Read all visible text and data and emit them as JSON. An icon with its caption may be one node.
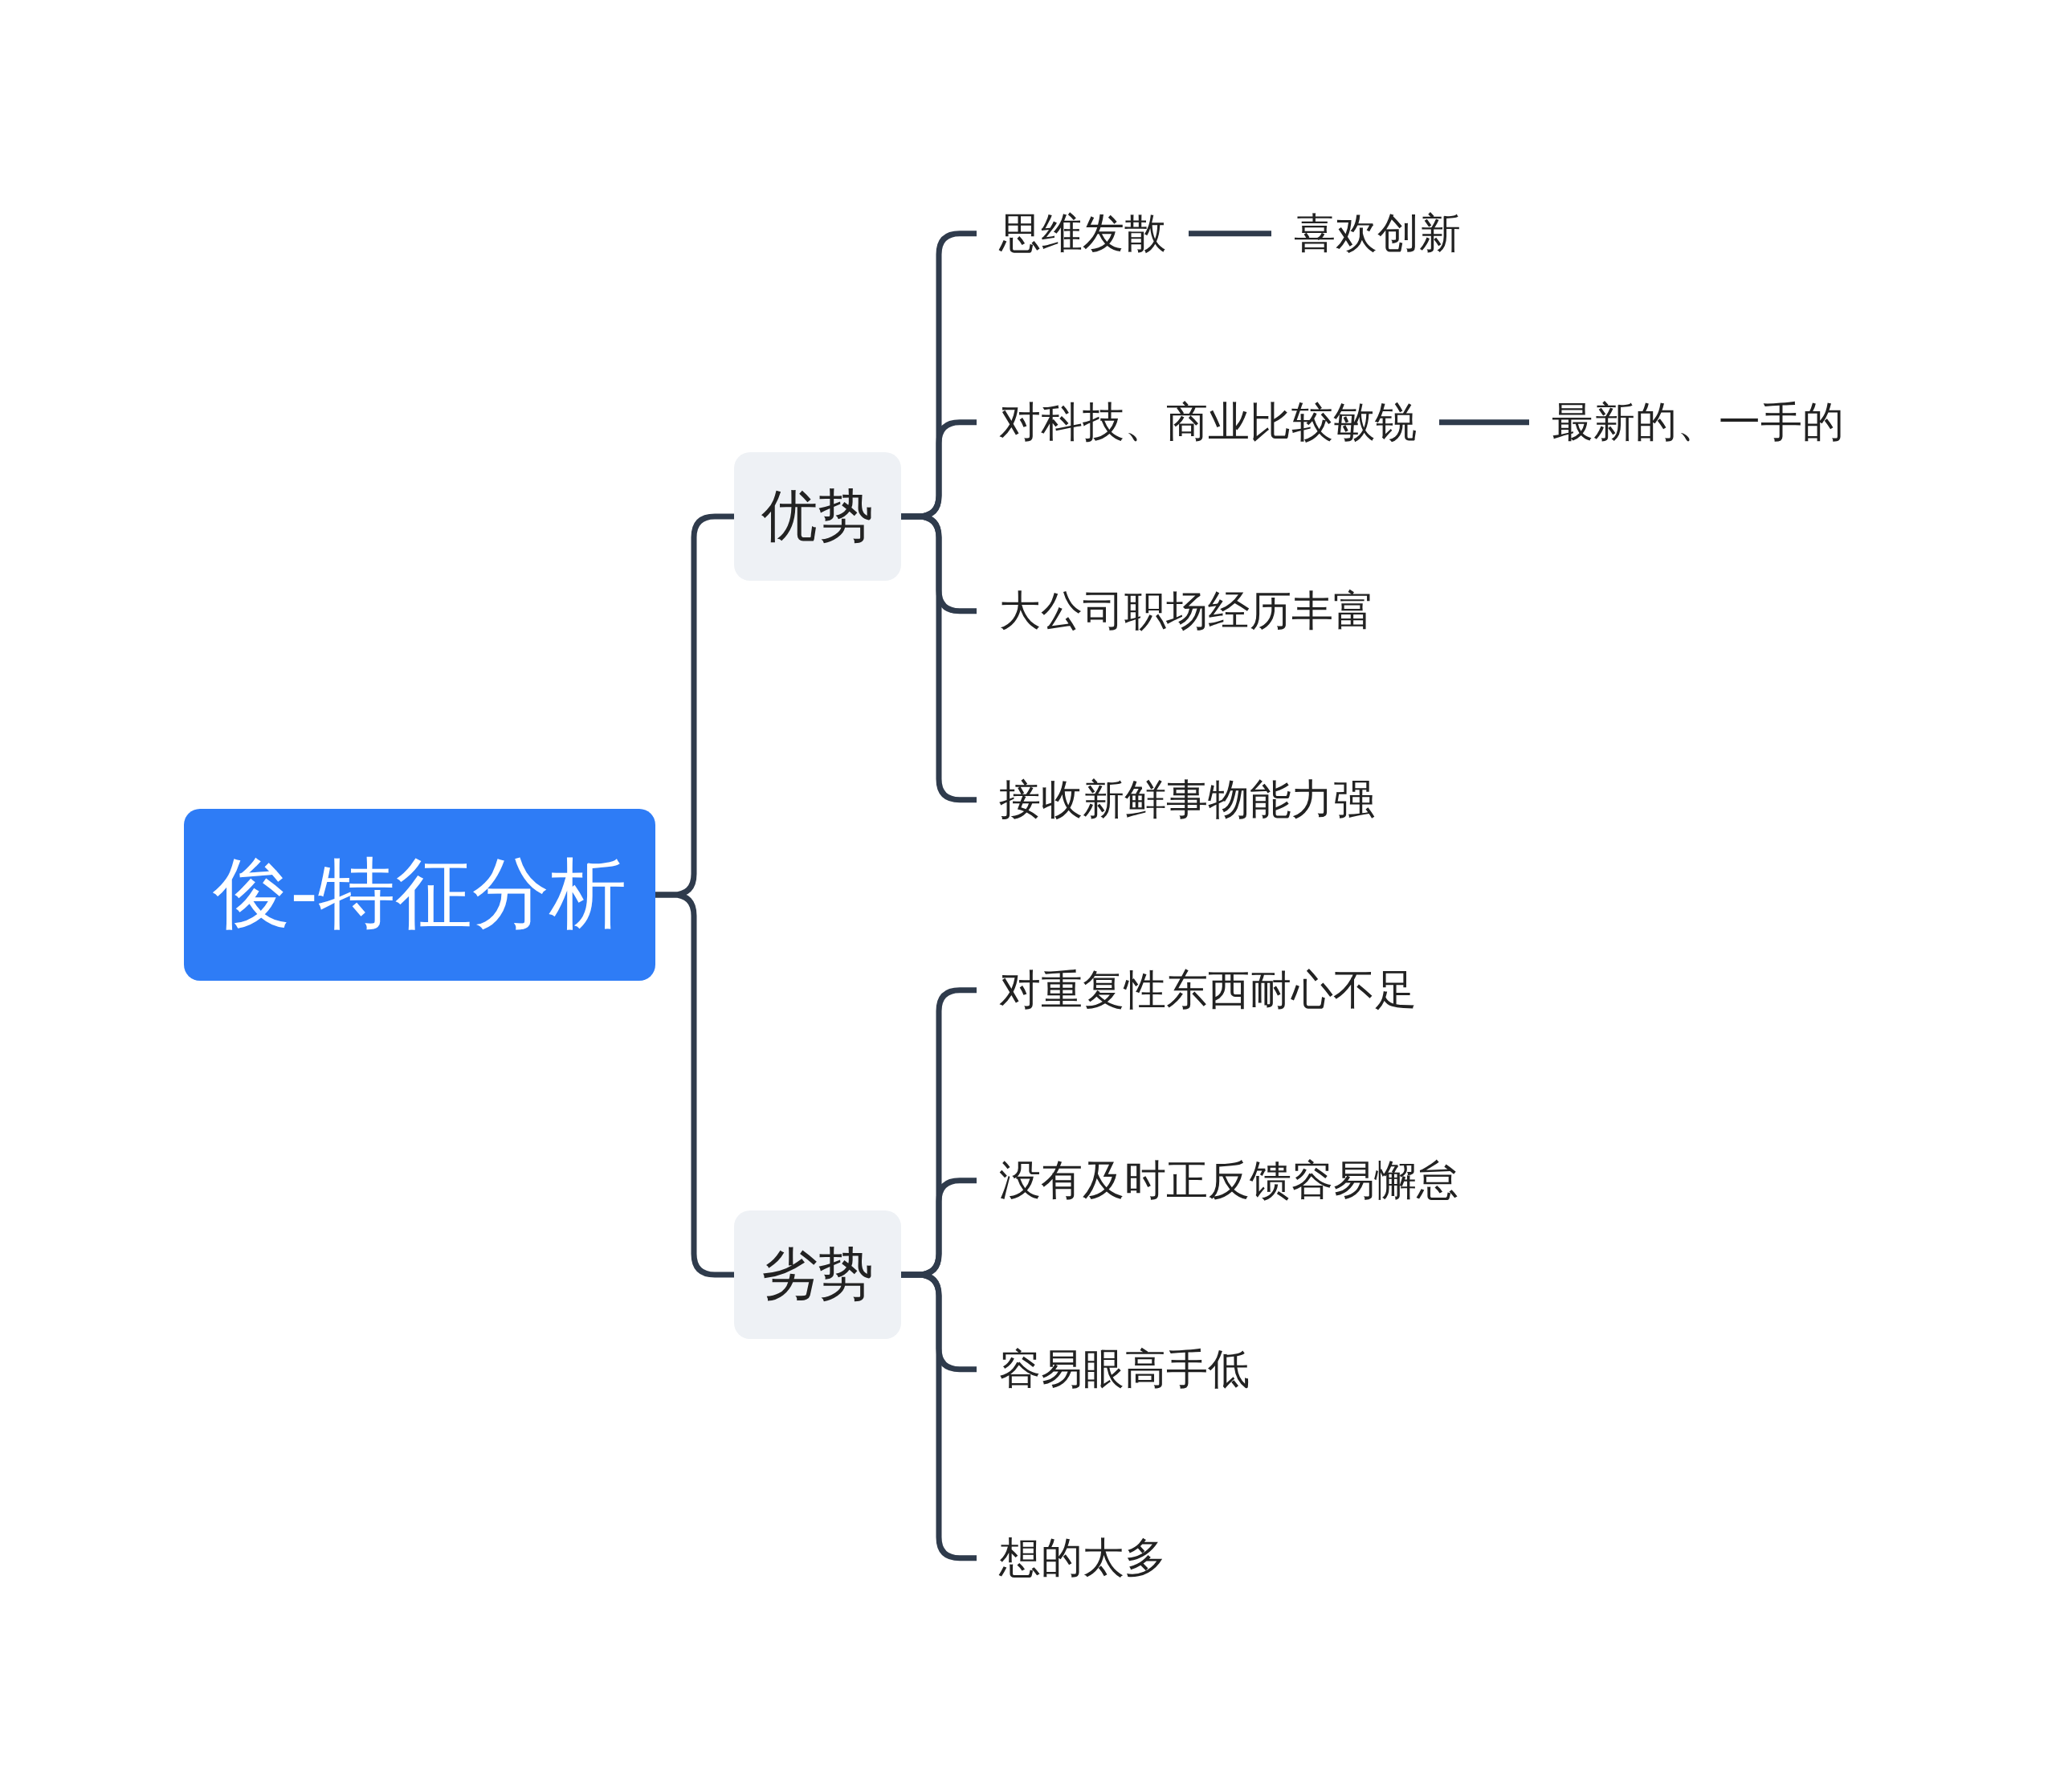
{
  "diagram": {
    "nodes": [
      {
        "text": [
          "俊-特征分析"
        ]
      },
      {
        "text": [
          "优势"
        ]
      },
      {
        "text": [
          "劣势"
        ]
      },
      {
        "text": [
          "思维发散"
        ]
      },
      {
        "text": [
          "喜欢创新"
        ]
      },
      {
        "text": [
          "对科技、商业比较敏锐"
        ]
      },
      {
        "text": [
          "最新的、一手的"
        ]
      },
      {
        "text": [
          "大公司职场经历丰富"
        ]
      },
      {
        "text": [
          "接收新鲜事物能力强"
        ]
      },
      {
        "text": [
          "对重复性东西耐心不足"
        ]
      },
      {
        "text": [
          "没有及时正反馈容易懈怠"
        ]
      },
      {
        "text": [
          "容易眼高手低"
        ]
      },
      {
        "text": [
          "想的太多"
        ]
      }
    ],
    "edges": [
      {
        "from": 0,
        "to": 1,
        "arrow": "none"
      },
      {
        "from": 0,
        "to": 2,
        "arrow": "none"
      },
      {
        "from": 1,
        "to": 3,
        "arrow": "none"
      },
      {
        "from": 3,
        "to": 4,
        "arrow": "none"
      },
      {
        "from": 1,
        "to": 5,
        "arrow": "none"
      },
      {
        "from": 5,
        "to": 6,
        "arrow": "none"
      },
      {
        "from": 1,
        "to": 7,
        "arrow": "none"
      },
      {
        "from": 1,
        "to": 8,
        "arrow": "none"
      },
      {
        "from": 2,
        "to": 9,
        "arrow": "none"
      },
      {
        "from": 2,
        "to": 10,
        "arrow": "none"
      },
      {
        "from": 2,
        "to": 11,
        "arrow": "none"
      },
      {
        "from": 2,
        "to": 12,
        "arrow": "none"
      }
    ]
  }
}
